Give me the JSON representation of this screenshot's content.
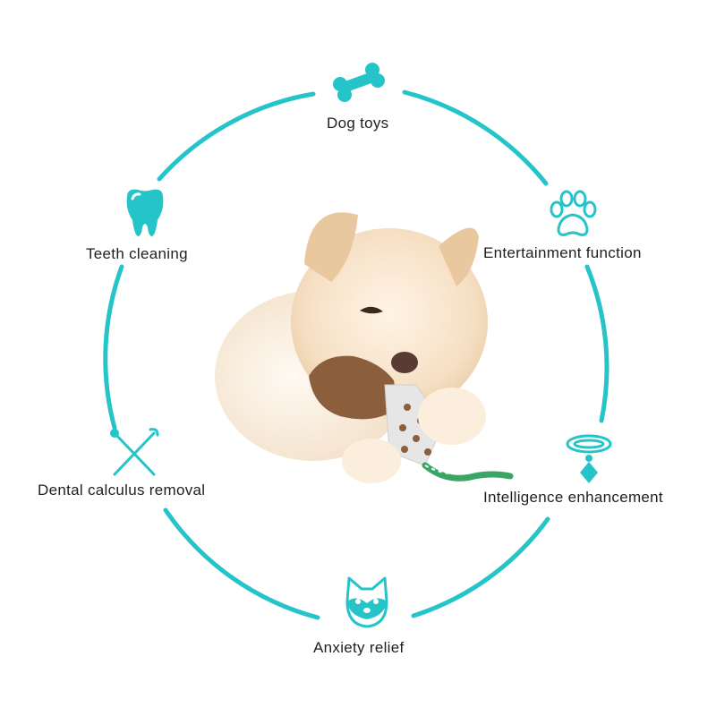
{
  "colors": {
    "accent": "#25c4c9",
    "dog_fur": "#f3dcc0",
    "toy": "#8b5e3c",
    "rope": "#3aa564"
  },
  "features": [
    {
      "id": "dog-toys",
      "label": "Dog toys",
      "icon": "bone-icon"
    },
    {
      "id": "entertainment",
      "label": "Entertainment function",
      "icon": "paw-icon"
    },
    {
      "id": "intelligence",
      "label": "Intelligence enhancement",
      "icon": "collar-icon"
    },
    {
      "id": "anxiety",
      "label": "Anxiety relief",
      "icon": "dog-face-icon"
    },
    {
      "id": "calculus",
      "label": "Dental calculus removal",
      "icon": "dental-tools-icon"
    },
    {
      "id": "teeth",
      "label": "Teeth cleaning",
      "icon": "tooth-icon"
    }
  ]
}
